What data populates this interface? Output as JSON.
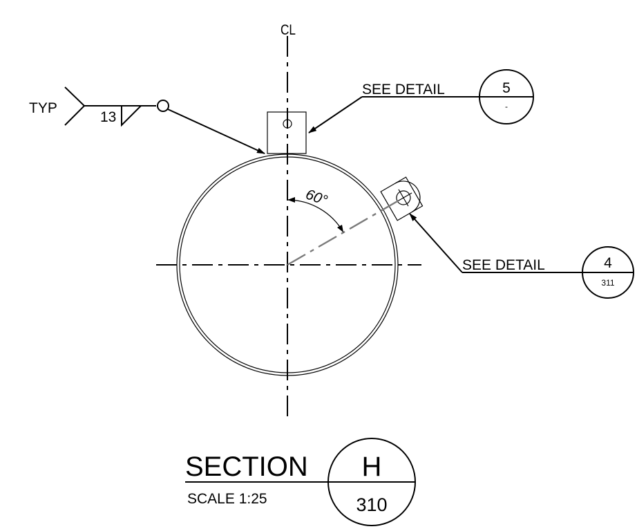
{
  "centerline": {
    "symbol": "CL"
  },
  "weld_symbol": {
    "note": "TYP",
    "size": "13"
  },
  "angle": {
    "label": "60°"
  },
  "callout_top": {
    "text": "SEE DETAIL",
    "number": "5",
    "sheet": "-"
  },
  "callout_right": {
    "text": "SEE DETAIL",
    "number": "4",
    "sheet": "311"
  },
  "section": {
    "title": "SECTION",
    "scale": "SCALE 1:25",
    "letter": "H",
    "sheet": "310"
  }
}
